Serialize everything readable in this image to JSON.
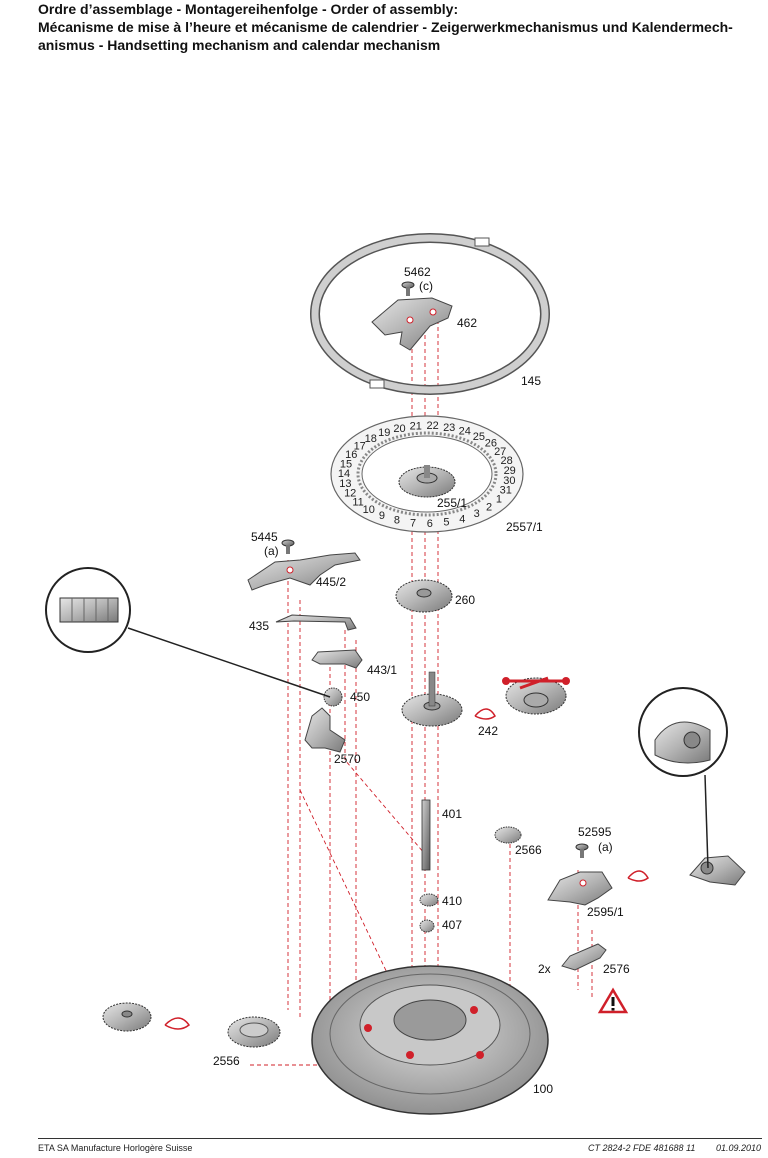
{
  "header": {
    "line1": "Ordre d’assemblage - Montagereihenfolge - Order of assembly:",
    "line2": "Mécanisme de mise à l’heure et mécanisme de calendrier - Zeigerwerkmechanismus und Kalendermech-",
    "line3": "anismus - Handsetting mechanism and calendar mechanism"
  },
  "parts": {
    "p5462": "5462",
    "p5462_note": "(c)",
    "p462": "462",
    "p145": "145",
    "p255_1": "255/1",
    "p2557_1": "2557/1",
    "p5445": "5445",
    "p5445_note": "(a)",
    "p445_2": "445/2",
    "p260": "260",
    "p435": "435",
    "p443_1": "443/1",
    "p450": "450",
    "p242": "242",
    "p2570": "2570",
    "p401": "401",
    "p2566": "2566",
    "p52595": "52595",
    "p52595_note": "(a)",
    "p410": "410",
    "p2595_1": "2595/1",
    "p407": "407",
    "p2x": "2x",
    "p2576": "2576",
    "p2556": "2556",
    "p100": "100"
  },
  "date_ring": {
    "numerals": [
      "1",
      "2",
      "3",
      "4",
      "5",
      "6",
      "7",
      "8",
      "9",
      "10",
      "11",
      "12",
      "13",
      "14",
      "15",
      "16",
      "17",
      "18",
      "19",
      "20",
      "21",
      "22",
      "23",
      "24",
      "25",
      "26",
      "27",
      "28",
      "29",
      "30",
      "31"
    ]
  },
  "footer": {
    "left": "ETA SA Manufacture Horlogère Suisse",
    "ref": "CT 2824-2 FDE 481688 11",
    "date": "01.09.2010"
  },
  "colors": {
    "accent": "#d0202a",
    "metal": "#b8b8b8",
    "ink": "#222222"
  }
}
